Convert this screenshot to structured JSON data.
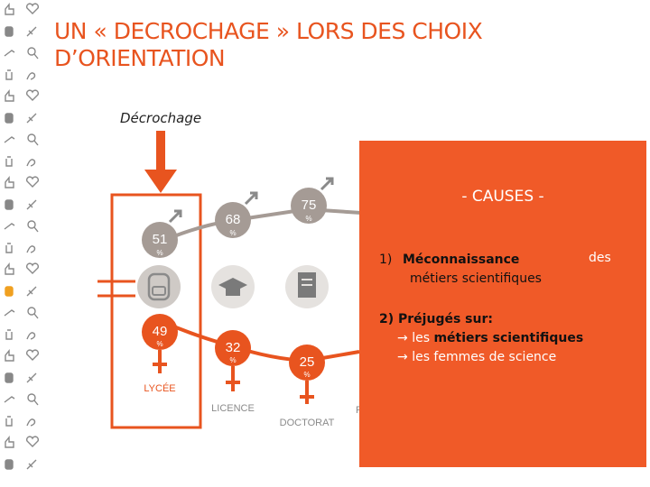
{
  "title": {
    "line1": "UN « DECROCHAGE » LORS DES CHOIX",
    "line2": "D’ORIENTATION"
  },
  "annotation": {
    "label": "Décrochage"
  },
  "infographic": {
    "percent_sign": "%",
    "men_values": [
      "51",
      "68",
      "75"
    ],
    "women_values": [
      "49",
      "32",
      "25"
    ],
    "stages": [
      "LYCÉE",
      "LICENCE",
      "DOCTORAT"
    ],
    "hidden_stage_fragment": "P"
  },
  "causes": {
    "title": "- CAUSES -",
    "item1_number": "1)",
    "item1_keyword": "Méconnaissance",
    "item1_des": "des",
    "item1_line2": "métiers scientifiques",
    "item2_head": "2) Préjugés sur:",
    "item2_sub1_prefix": "les ",
    "item2_sub1_bold": "métiers scientifiques",
    "item2_sub2": "les femmes de science"
  },
  "colors": {
    "accent": "#e8541f",
    "overlay": "#f05a28",
    "men_circle": "#a59b95",
    "icon_gray": "#8a8a8a"
  }
}
